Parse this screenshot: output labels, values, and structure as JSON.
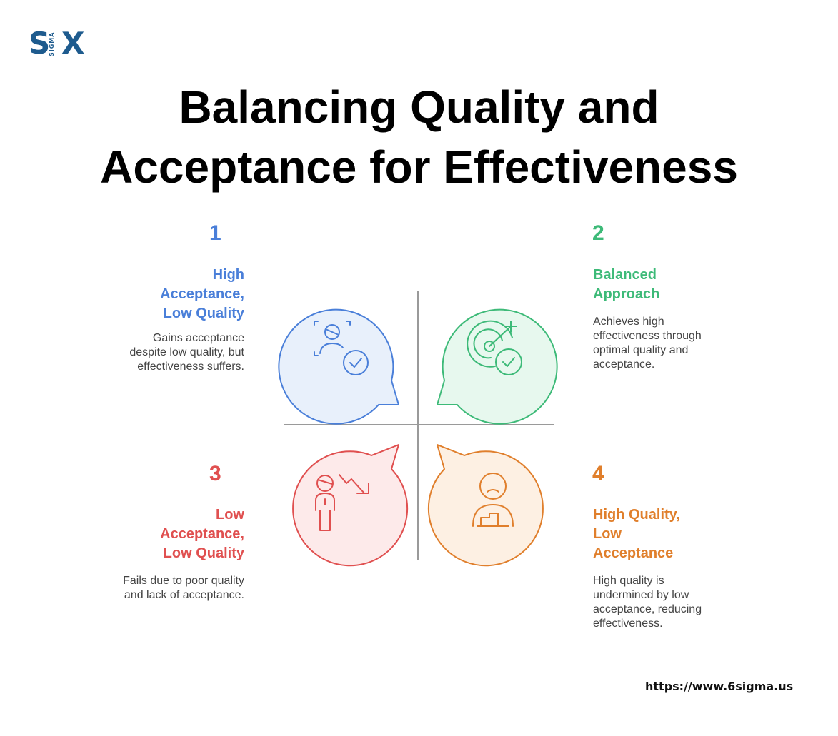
{
  "logo": {
    "left": "S",
    "middle": "SIGMA",
    "right": "X"
  },
  "title": {
    "line1": "Balancing Quality and",
    "line2": "Acceptance for Effectiveness"
  },
  "quadrants": [
    {
      "number": "1",
      "heading": [
        "High",
        "Acceptance,",
        "Low Quality"
      ],
      "description": "Gains acceptance despite low quality, but effectiveness suffers.",
      "color": "#4a7fd9",
      "icon": "person-scan-check-icon"
    },
    {
      "number": "2",
      "heading": [
        "Balanced",
        "Approach"
      ],
      "description": "Achieves high effectiveness through optimal quality and acceptance.",
      "color": "#3dba78",
      "icon": "target-check-icon"
    },
    {
      "number": "3",
      "heading": [
        "Low",
        "Acceptance,",
        "Low Quality"
      ],
      "description": "Fails due to poor quality and lack of acceptance.",
      "color": "#e05050",
      "icon": "person-decline-icon"
    },
    {
      "number": "4",
      "heading": [
        "High Quality,",
        "Low",
        "Acceptance"
      ],
      "description": "High quality is undermined by low acceptance, reducing effectiveness.",
      "color": "#e07f2c",
      "icon": "sad-person-podium-icon"
    }
  ],
  "footer": {
    "url": "https://www.6sigma.us"
  }
}
